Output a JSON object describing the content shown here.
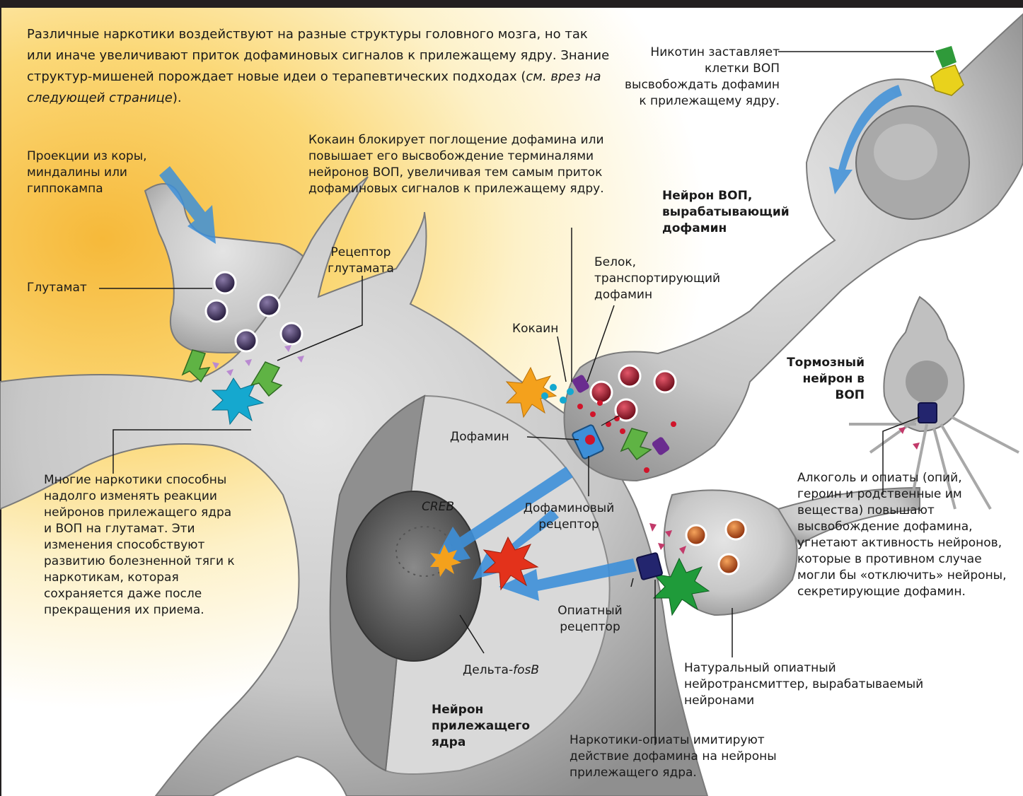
{
  "intro": {
    "text": "Различные наркотики воздействуют на разные структуры головного мозга, но так или иначе увеличивают приток дофаминовых сигналов к прилежащему ядру. Знание структур-мишеней порождает новые идеи о терапевтических подходах (",
    "italic": "см. врез на следующей странице",
    "tail": ")."
  },
  "labels": {
    "projections": "Проекции из коры, миндалины или гиппокампа",
    "glutamate": "Глутамат",
    "glutamate_receptor": "Рецептор глутамата",
    "cocaine_note": "Кокаин блокирует поглощение дофамина или повышает его высвобождение терминалями нейронов ВОП, увеличивая тем самым приток дофаминовых сигналов к прилежащему ядру.",
    "nicotine_note": "Никотин заставляет клетки ВОП высвобождать дофамин к прилежащему ядру.",
    "vta_neuron": "Нейрон ВОП, вырабатывающий дофамин",
    "transporter": "Белок, транспортирующий дофамин",
    "cocaine": "Кокаин",
    "inhibitory_neuron": "Тормозный нейрон в ВОП",
    "dopamine": "Дофамин",
    "dopamine_receptor": "Дофаминовый рецептор",
    "creb": "CREB",
    "glutamate_changes_note": "Многие наркотики способны надолго изменять реакции нейронов прилежащего ядра и ВОП на глутамат. Эти изменения способствуют развитию болезненной тяги к наркотикам, которая сохраняется даже после прекращения их приема.",
    "alcohol_note": "Алкоголь и опиаты (опий, героин и родственные им вещества) повышают высвобождение дофамина, угнетают активность нейронов, которые в противном случае могли бы «отключить» нейроны, секретирующие дофамин.",
    "opiate_receptor": "Опиатный рецептор",
    "delta_fosb_prefix": "Дельта-",
    "delta_fosb_italic": "fosB",
    "natural_opiate": "Натуральный опиатный нейротрансмиттер, вырабатываемый нейронами",
    "nac_neuron": "Нейрон прилежащего ядра",
    "opiate_drugs_note": "Наркотики-опиаты имитируют действие дофамина на нейроны прилежащего ядра."
  },
  "colors": {
    "neuron_gray": "#c9c9c9",
    "neuron_shade": "#9e9e9e",
    "arrow_blue": "#3d8fd8",
    "vesicle_purple": "#3b2a5a",
    "vesicle_red": "#b3122a",
    "vesicle_orange": "#e2661c",
    "burst_cyan": "#15a8cf",
    "burst_red": "#e3321b",
    "burst_green": "#1f9b3a",
    "burst_orange": "#f4a11c",
    "receptor_green": "#5fb344",
    "transporter_purple": "#6a2c8f",
    "opiate_receptor_navy": "#23256e",
    "nicotine_yellow": "#e9d21c"
  }
}
